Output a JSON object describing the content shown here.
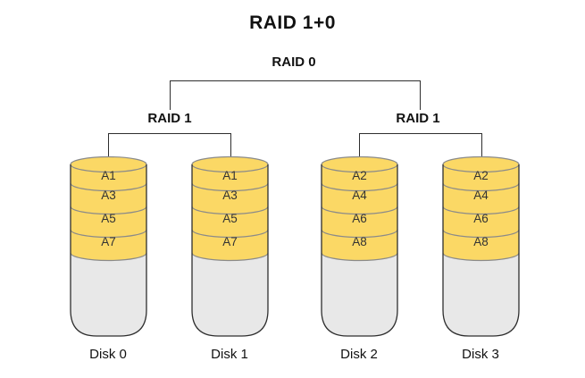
{
  "title": "RAID 1+0",
  "raid0": {
    "label": "RAID 0"
  },
  "raid1_left": {
    "label": "RAID 1"
  },
  "raid1_right": {
    "label": "RAID 1"
  },
  "disks": [
    {
      "name": "Disk 0",
      "segments": [
        "A1",
        "A3",
        "A5",
        "A7"
      ]
    },
    {
      "name": "Disk 1",
      "segments": [
        "A1",
        "A3",
        "A5",
        "A7"
      ]
    },
    {
      "name": "Disk 2",
      "segments": [
        "A2",
        "A4",
        "A6",
        "A8"
      ]
    },
    {
      "name": "Disk 3",
      "segments": [
        "A2",
        "A4",
        "A6",
        "A8"
      ]
    }
  ],
  "colors": {
    "segment_fill": "#FBD865",
    "disk_body_fill": "#E8E8E8",
    "outline": "#2e2e2e",
    "divider": "#8a8a8a"
  }
}
